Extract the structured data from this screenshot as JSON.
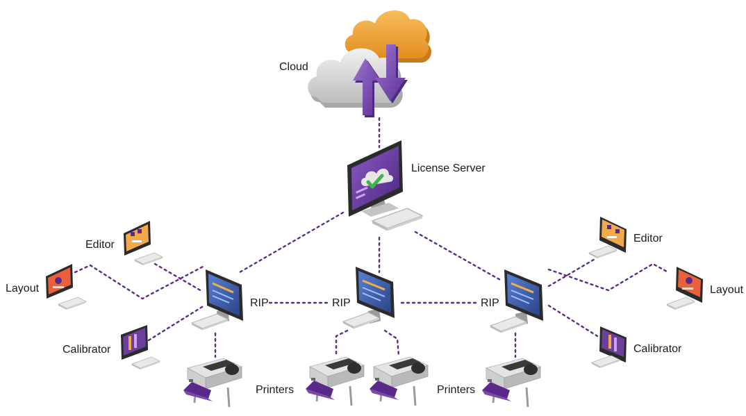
{
  "labels": {
    "cloud": "Cloud",
    "license_server": "License Server",
    "rip_left": "RIP",
    "rip_center": "RIP",
    "rip_right": "RIP",
    "editor_left": "Editor",
    "editor_right": "Editor",
    "layout_left": "Layout",
    "layout_right": "Layout",
    "calibrator_left": "Calibrator",
    "calibrator_right": "Calibrator",
    "printers_left": "Printers",
    "printers_right": "Printers"
  },
  "icons": {
    "cloud": "cloud-sync-icon",
    "license_server": "license-server-monitor-icon",
    "rip": "rip-workstation-icon",
    "editor": "editor-workstation-icon",
    "layout": "layout-workstation-icon",
    "calibrator": "calibrator-workstation-icon",
    "printer": "large-format-printer-icon"
  },
  "colors": {
    "connector": "#5b2a86",
    "cloud_orange": "#f0a23a",
    "cloud_gray": "#d6d6d6",
    "arrow_purple": "#7a4fb0",
    "rip_screen": "#3b5aa8",
    "editor_screen": "#f2a94a",
    "layout_screen": "#e8603c",
    "calibrator_screen": "#6b3f9a",
    "license_screen": "#6a3fa0",
    "printer_media": "#5a2a8a"
  }
}
